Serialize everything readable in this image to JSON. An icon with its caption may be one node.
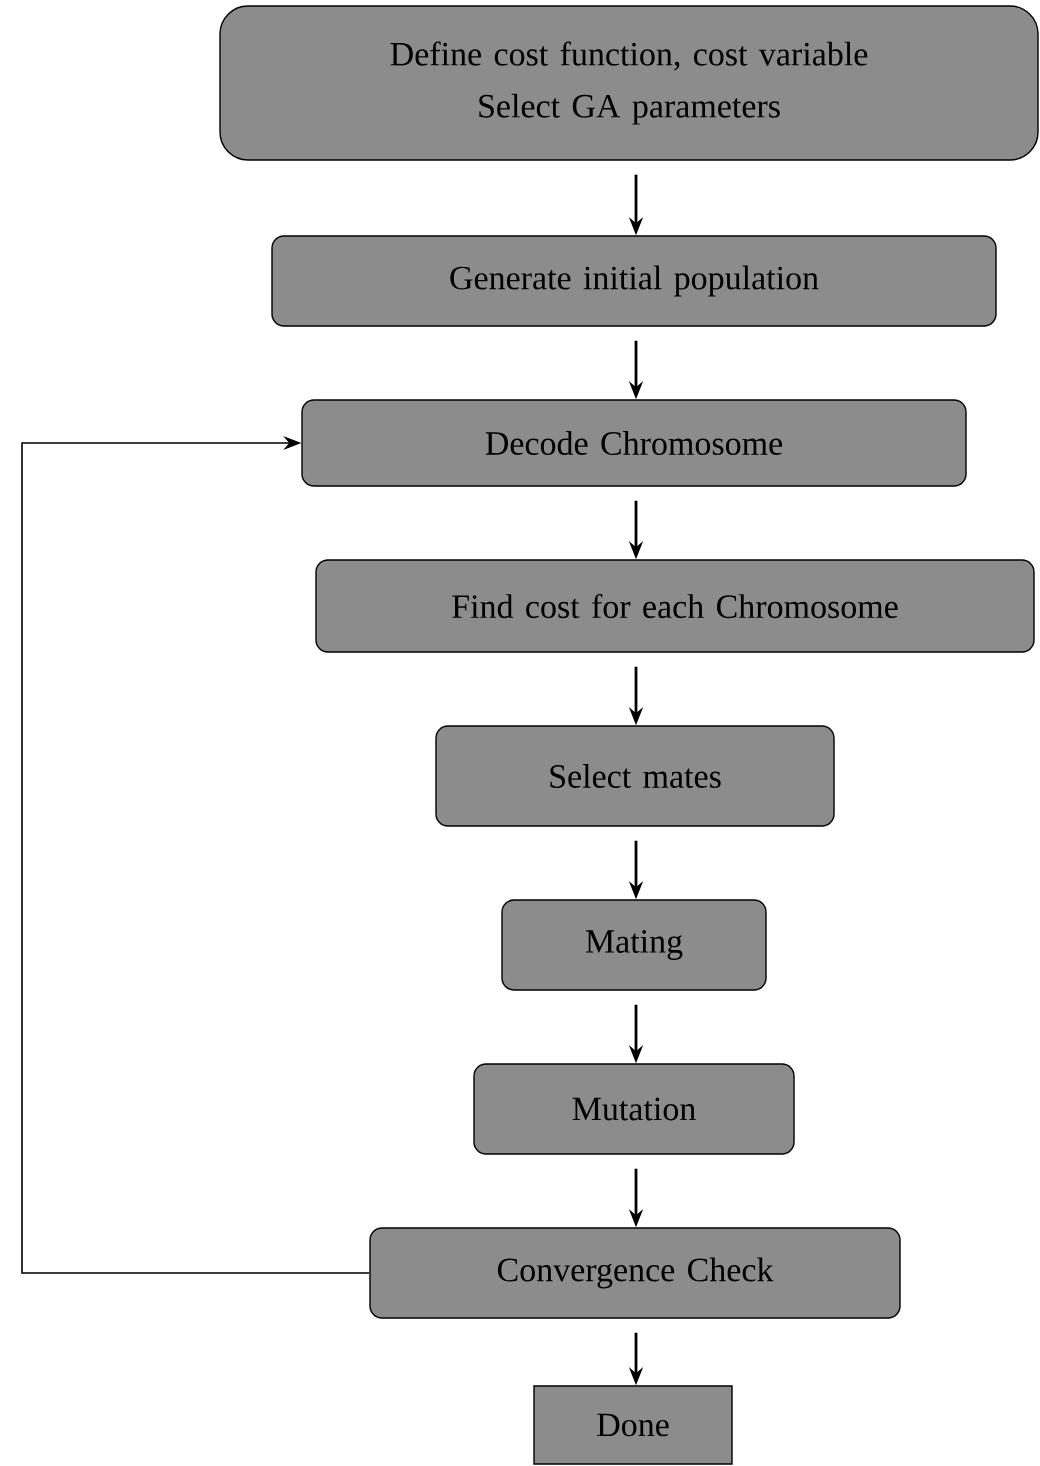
{
  "diagram": {
    "nodes": [
      {
        "text": [
          "Define cost function, cost variable",
          "Select GA parameters"
        ]
      },
      {
        "text": [
          "Generate initial population"
        ]
      },
      {
        "text": [
          "Decode Chromosome"
        ]
      },
      {
        "text": [
          "Find cost for each Chromosome"
        ]
      },
      {
        "text": [
          "Select mates"
        ]
      },
      {
        "text": [
          "Mating"
        ]
      },
      {
        "text": [
          "Mutation"
        ]
      },
      {
        "text": [
          "Convergence Check"
        ]
      },
      {
        "text": [
          "Done"
        ]
      }
    ],
    "edges": [
      {
        "from": 0,
        "to": 1,
        "arrow": "to"
      },
      {
        "from": 1,
        "to": 2,
        "arrow": "to"
      },
      {
        "from": 2,
        "to": 3,
        "arrow": "to"
      },
      {
        "from": 3,
        "to": 4,
        "arrow": "to"
      },
      {
        "from": 4,
        "to": 5,
        "arrow": "to"
      },
      {
        "from": 5,
        "to": 6,
        "arrow": "to"
      },
      {
        "from": 6,
        "to": 7,
        "arrow": "to"
      },
      {
        "from": 7,
        "to": 8,
        "arrow": "to"
      },
      {
        "from": 7,
        "to": 2,
        "arrow": "to"
      }
    ]
  }
}
